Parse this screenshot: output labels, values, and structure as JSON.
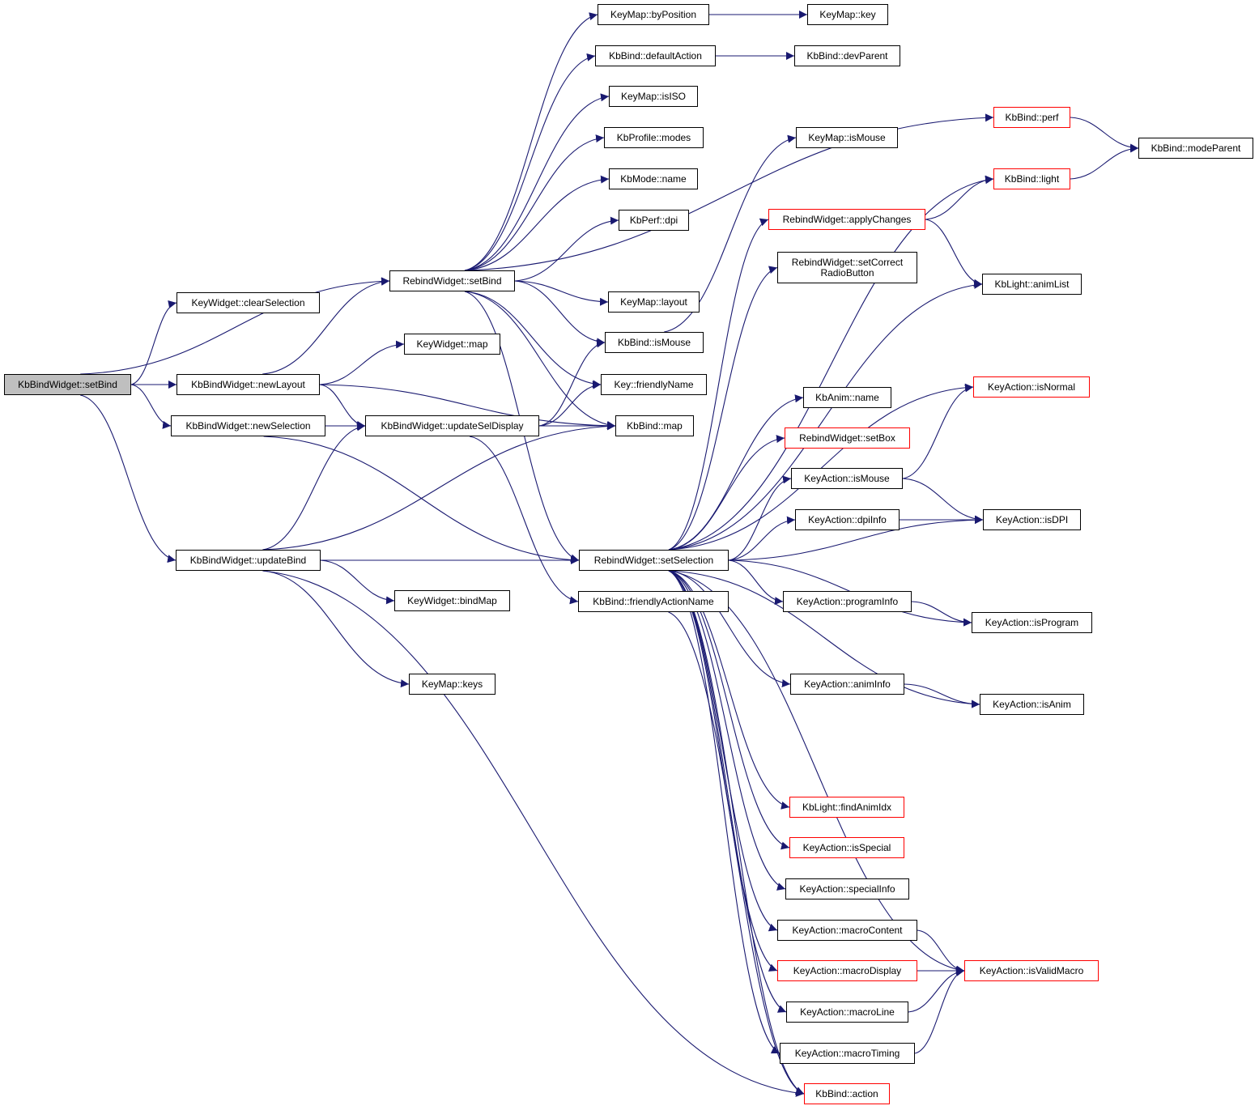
{
  "colors": {
    "edge": "#191970",
    "normal_border": "#000000",
    "truncated_border": "#ff0000",
    "root_fill": "#bfbfbf"
  },
  "nodes": [
    {
      "id": "root",
      "label": "KbBindWidget::setBind",
      "style": "root"
    },
    {
      "id": "kw_clear",
      "label": "KeyWidget::clearSelection"
    },
    {
      "id": "kbw_newLayout",
      "label": "KbBindWidget::newLayout"
    },
    {
      "id": "kbw_newSel",
      "label": "KbBindWidget::newSelection"
    },
    {
      "id": "kbw_updateBind",
      "label": "KbBindWidget::updateBind"
    },
    {
      "id": "rw_setBind",
      "label": "RebindWidget::setBind"
    },
    {
      "id": "kw_map",
      "label": "KeyWidget::map"
    },
    {
      "id": "kbw_updSel",
      "label": "KbBindWidget::updateSelDisplay"
    },
    {
      "id": "kw_bindMap",
      "label": "KeyWidget::bindMap"
    },
    {
      "id": "km_keys",
      "label": "KeyMap::keys"
    },
    {
      "id": "km_byPos",
      "label": "KeyMap::byPosition"
    },
    {
      "id": "kb_defAct",
      "label": "KbBind::defaultAction"
    },
    {
      "id": "km_isISO",
      "label": "KeyMap::isISO"
    },
    {
      "id": "kp_modes",
      "label": "KbProfile::modes"
    },
    {
      "id": "kmode_name",
      "label": "KbMode::name"
    },
    {
      "id": "kperf_dpi",
      "label": "KbPerf::dpi"
    },
    {
      "id": "km_layout",
      "label": "KeyMap::layout"
    },
    {
      "id": "kb_isMouse",
      "label": "KbBind::isMouse"
    },
    {
      "id": "key_friendly",
      "label": "Key::friendlyName"
    },
    {
      "id": "kb_map",
      "label": "KbBind::map"
    },
    {
      "id": "rw_setSel",
      "label": "RebindWidget::setSelection"
    },
    {
      "id": "kb_friendlyAct",
      "label": "KbBind::friendlyActionName"
    },
    {
      "id": "km_key",
      "label": "KeyMap::key"
    },
    {
      "id": "kb_devParent",
      "label": "KbBind::devParent"
    },
    {
      "id": "km_isMouse",
      "label": "KeyMap::isMouse"
    },
    {
      "id": "rw_applyChanges",
      "label": "RebindWidget::applyChanges",
      "style": "red"
    },
    {
      "id": "rw_setCorrect",
      "label": "RebindWidget::setCorrect\nRadioButton"
    },
    {
      "id": "kanim_name",
      "label": "KbAnim::name"
    },
    {
      "id": "rw_setBox",
      "label": "RebindWidget::setBox",
      "style": "red"
    },
    {
      "id": "ka_isMouse",
      "label": "KeyAction::isMouse"
    },
    {
      "id": "ka_dpiInfo",
      "label": "KeyAction::dpiInfo"
    },
    {
      "id": "ka_progInfo",
      "label": "KeyAction::programInfo"
    },
    {
      "id": "ka_animInfo",
      "label": "KeyAction::animInfo"
    },
    {
      "id": "kl_findAnim",
      "label": "KbLight::findAnimIdx",
      "style": "red"
    },
    {
      "id": "ka_isSpecial",
      "label": "KeyAction::isSpecial",
      "style": "red"
    },
    {
      "id": "ka_specialInfo",
      "label": "KeyAction::specialInfo"
    },
    {
      "id": "ka_macroContent",
      "label": "KeyAction::macroContent"
    },
    {
      "id": "ka_macroDisplay",
      "label": "KeyAction::macroDisplay",
      "style": "red"
    },
    {
      "id": "ka_macroLine",
      "label": "KeyAction::macroLine"
    },
    {
      "id": "ka_macroTiming",
      "label": "KeyAction::macroTiming"
    },
    {
      "id": "kb_action",
      "label": "KbBind::action",
      "style": "red"
    },
    {
      "id": "kb_perf",
      "label": "KbBind::perf",
      "style": "red"
    },
    {
      "id": "kb_light",
      "label": "KbBind::light",
      "style": "red"
    },
    {
      "id": "kb_modeParent",
      "label": "KbBind::modeParent"
    },
    {
      "id": "kl_animList",
      "label": "KbLight::animList"
    },
    {
      "id": "ka_isNormal",
      "label": "KeyAction::isNormal",
      "style": "red"
    },
    {
      "id": "ka_isDPI",
      "label": "KeyAction::isDPI"
    },
    {
      "id": "ka_isProgram",
      "label": "KeyAction::isProgram"
    },
    {
      "id": "ka_isAnim",
      "label": "KeyAction::isAnim"
    },
    {
      "id": "ka_isValidMacro",
      "label": "KeyAction::isValidMacro",
      "style": "red"
    }
  ],
  "edges": [
    [
      "root",
      "kw_clear"
    ],
    [
      "root",
      "rw_setBind"
    ],
    [
      "root",
      "kbw_newLayout"
    ],
    [
      "root",
      "kbw_newSel"
    ],
    [
      "root",
      "kbw_updateBind"
    ],
    [
      "kbw_newLayout",
      "rw_setBind"
    ],
    [
      "kbw_newLayout",
      "kw_map"
    ],
    [
      "kbw_newLayout",
      "kbw_updSel"
    ],
    [
      "kbw_newLayout",
      "kb_map"
    ],
    [
      "kbw_newSel",
      "kbw_updSel"
    ],
    [
      "kbw_newSel",
      "rw_setSel"
    ],
    [
      "kbw_updateBind",
      "kbw_updSel"
    ],
    [
      "kbw_updateBind",
      "kb_map"
    ],
    [
      "kbw_updateBind",
      "rw_setSel"
    ],
    [
      "kbw_updateBind",
      "kw_bindMap"
    ],
    [
      "kbw_updateBind",
      "km_keys"
    ],
    [
      "kbw_updateBind",
      "kb_action"
    ],
    [
      "kbw_updSel",
      "kb_isMouse"
    ],
    [
      "kbw_updSel",
      "key_friendly"
    ],
    [
      "kbw_updSel",
      "kb_map"
    ],
    [
      "kbw_updSel",
      "kb_friendlyAct"
    ],
    [
      "rw_setBind",
      "km_byPos"
    ],
    [
      "rw_setBind",
      "kb_defAct"
    ],
    [
      "rw_setBind",
      "km_isISO"
    ],
    [
      "rw_setBind",
      "kp_modes"
    ],
    [
      "rw_setBind",
      "kmode_name"
    ],
    [
      "rw_setBind",
      "kperf_dpi"
    ],
    [
      "rw_setBind",
      "kb_perf"
    ],
    [
      "rw_setBind",
      "km_layout"
    ],
    [
      "rw_setBind",
      "kb_isMouse"
    ],
    [
      "rw_setBind",
      "key_friendly"
    ],
    [
      "rw_setBind",
      "kb_map"
    ],
    [
      "rw_setBind",
      "rw_setSel"
    ],
    [
      "km_byPos",
      "km_key"
    ],
    [
      "kb_defAct",
      "kb_devParent"
    ],
    [
      "kb_isMouse",
      "km_isMouse"
    ],
    [
      "rw_setSel",
      "kb_light"
    ],
    [
      "rw_setSel",
      "rw_applyChanges"
    ],
    [
      "rw_setSel",
      "rw_setCorrect"
    ],
    [
      "rw_setSel",
      "kl_animList"
    ],
    [
      "rw_setSel",
      "ka_isNormal"
    ],
    [
      "rw_setSel",
      "kanim_name"
    ],
    [
      "rw_setSel",
      "rw_setBox"
    ],
    [
      "rw_setSel",
      "ka_isMouse"
    ],
    [
      "rw_setSel",
      "ka_dpiInfo"
    ],
    [
      "rw_setSel",
      "ka_isDPI"
    ],
    [
      "rw_setSel",
      "ka_progInfo"
    ],
    [
      "rw_setSel",
      "ka_isProgram"
    ],
    [
      "rw_setSel",
      "ka_animInfo"
    ],
    [
      "rw_setSel",
      "ka_isAnim"
    ],
    [
      "rw_setSel",
      "ka_isValidMacro"
    ],
    [
      "rw_setSel",
      "kl_findAnim"
    ],
    [
      "rw_setSel",
      "ka_isSpecial"
    ],
    [
      "rw_setSel",
      "ka_specialInfo"
    ],
    [
      "rw_setSel",
      "ka_macroContent"
    ],
    [
      "rw_setSel",
      "ka_macroDisplay"
    ],
    [
      "rw_setSel",
      "ka_macroLine"
    ],
    [
      "rw_setSel",
      "ka_macroTiming"
    ],
    [
      "rw_setSel",
      "kb_action"
    ],
    [
      "kb_friendlyAct",
      "kb_action"
    ],
    [
      "rw_applyChanges",
      "kb_light"
    ],
    [
      "rw_applyChanges",
      "kl_animList"
    ],
    [
      "ka_isMouse",
      "ka_isNormal"
    ],
    [
      "ka_isMouse",
      "ka_isDPI"
    ],
    [
      "ka_dpiInfo",
      "ka_isDPI"
    ],
    [
      "ka_progInfo",
      "ka_isProgram"
    ],
    [
      "ka_animInfo",
      "ka_isAnim"
    ],
    [
      "ka_macroContent",
      "ka_isValidMacro"
    ],
    [
      "ka_macroDisplay",
      "ka_isValidMacro"
    ],
    [
      "ka_macroLine",
      "ka_isValidMacro"
    ],
    [
      "ka_macroTiming",
      "ka_isValidMacro"
    ],
    [
      "kb_perf",
      "kb_modeParent"
    ],
    [
      "kb_light",
      "kb_modeParent"
    ]
  ]
}
